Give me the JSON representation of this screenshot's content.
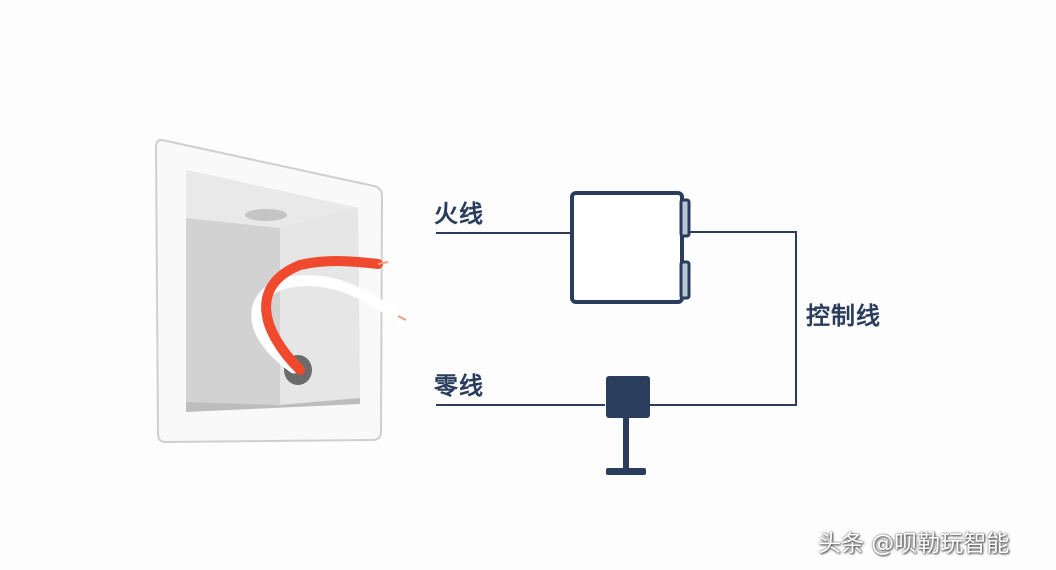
{
  "labels": {
    "live_wire": "火线",
    "neutral_wire": "零线",
    "control_wire": "控制线"
  },
  "watermark": "头条 @呗勒玩智能",
  "colors": {
    "line": "#2a3d5c",
    "red_wire": "#f04a2e",
    "plate": "#f7f7f7",
    "box_dark": "#cfcfcf",
    "box_light": "#e4e4e4"
  }
}
